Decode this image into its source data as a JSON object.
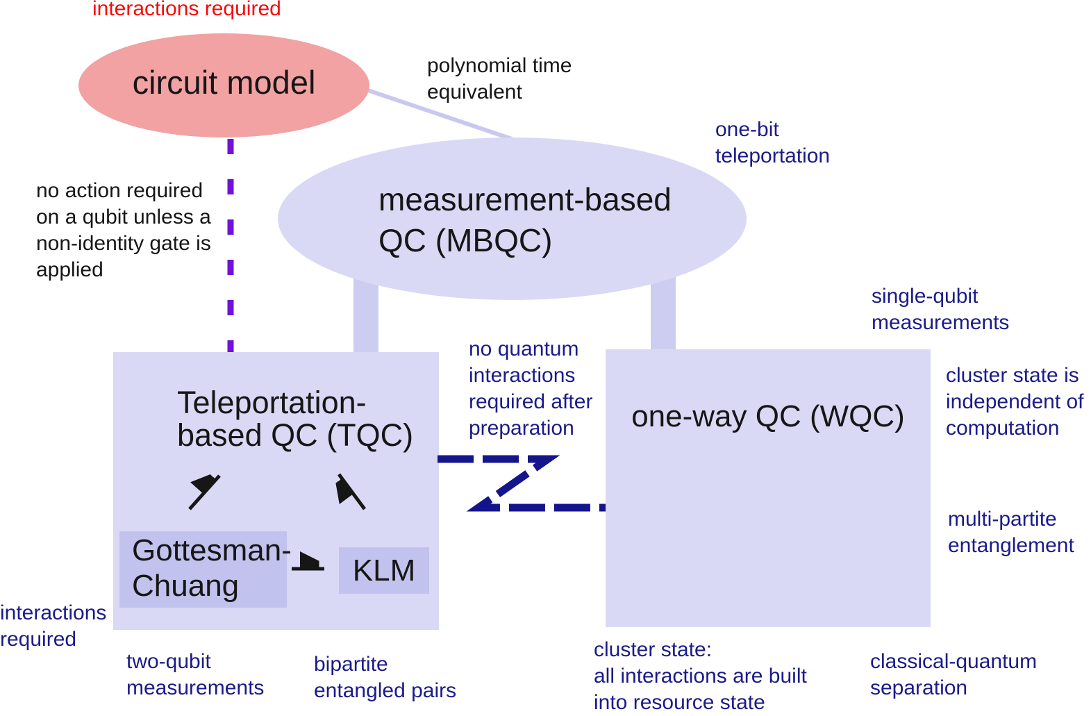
{
  "colors": {
    "pink": "#f2a2a2",
    "lavender": "#d9d9f6",
    "lavender_dark": "#c2c2ee",
    "leg": "#cdcdf1",
    "connector": "#c9c9ef",
    "navy": "#1b1b8a",
    "z_navy": "#14148c",
    "purple": "#7012d8",
    "red": "#f90808",
    "black": "#161616"
  },
  "nodes": {
    "circuit_model": {
      "label": "circuit model"
    },
    "mbqc": {
      "label": "measurement-based\nQC (MBQC)"
    },
    "tqc": {
      "label": "Teleportation-\nbased QC (TQC)"
    },
    "wqc": {
      "label": "one-way QC (WQC)"
    },
    "gottesman_chuang": {
      "label": "Gottesman-\nChuang"
    },
    "klm": {
      "label": "KLM"
    }
  },
  "annotations": {
    "interactions_required_top": "interactions required",
    "polynomial_time_equivalent": "polynomial time\nequivalent",
    "one_bit_teleportation": "one-bit\nteleportation",
    "no_action_required": "no action required\non a qubit unless a\nnon-identity gate is\napplied",
    "single_qubit_measurements": "single-qubit\nmeasurements",
    "cluster_state_independent": "cluster state is\nindependent of\ncomputation",
    "no_quantum_interactions": "no quantum\ninteractions\nrequired after\npreparation",
    "multi_partite_entanglement": "multi-partite\nentanglement",
    "interactions_required_left": "interactions\nrequired",
    "two_qubit_measurements": "two-qubit\nmeasurements",
    "bipartite_entangled_pairs": "bipartite\nentangled pairs",
    "cluster_state_resource": "cluster state:\nall interactions are built\ninto resource state",
    "classical_quantum_separation": "classical-quantum\nseparation"
  }
}
